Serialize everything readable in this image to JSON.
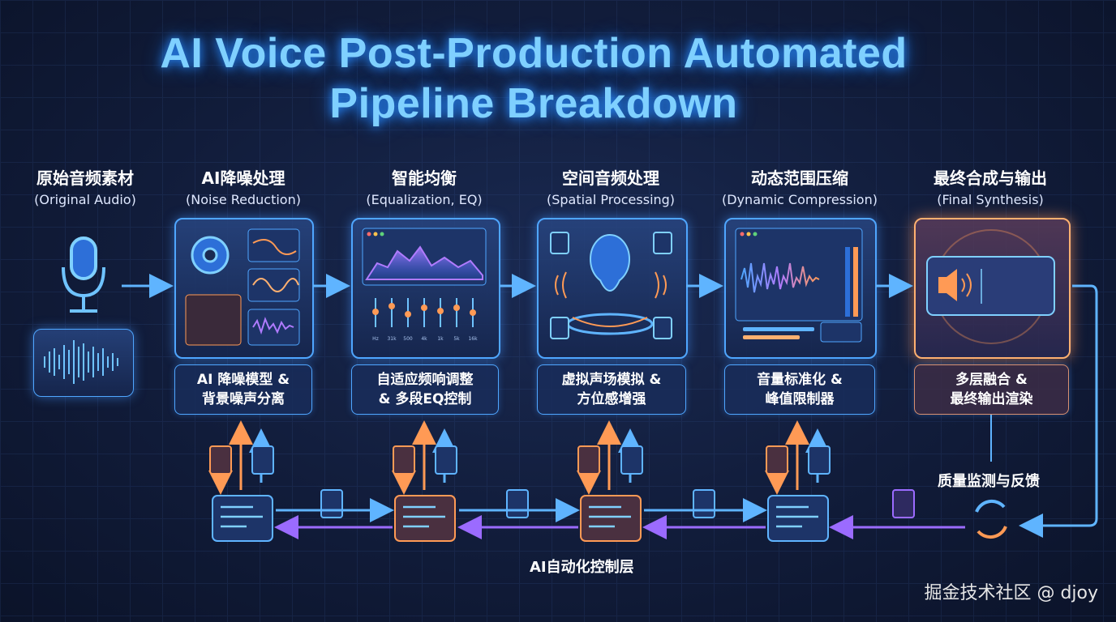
{
  "title": {
    "line1": "AI Voice  Post-Production Automated",
    "line2": "Pipeline Breakdown"
  },
  "stages": [
    {
      "zh": "原始音频素材",
      "en": "(Original Audio)"
    },
    {
      "zh": "AI降噪处理",
      "en": "(Noise Reduction)",
      "desc1": "AI 降噪模型 &",
      "desc2": "背景噪声分离"
    },
    {
      "zh": "智能均衡",
      "en": "(Equalization, EQ)",
      "desc1": "自适应频响调整",
      "desc2": "& 多段EQ控制"
    },
    {
      "zh": "空间音频处理",
      "en": "(Spatial Processing)",
      "desc1": "虚拟声场模拟 &",
      "desc2": "方位感增强"
    },
    {
      "zh": "动态范围压缩",
      "en": "(Dynamic Compression)",
      "desc1": "音量标准化 &",
      "desc2": "峰值限制器"
    },
    {
      "zh": "最终合成与输出",
      "en": "(Final Synthesis)",
      "desc1": "多层融合 &",
      "desc2": "最终输出渲染"
    }
  ],
  "eq_ticks": [
    "Hz",
    "31k",
    "500",
    "4k",
    "1k",
    "5k",
    "16k"
  ],
  "control_layer_label": "AI自动化控制层",
  "quality_label": "质量监测与反馈",
  "watermark": "掘金技术社区 @ djoy",
  "colors": {
    "accent": "#4fa6ff",
    "orange": "#ff9a55",
    "purple": "#9b6bff",
    "final_border": "#ffb070"
  },
  "icons": [
    "microphone-icon",
    "gear-icon",
    "waveform-icon",
    "eq-sliders-icon",
    "head-3d-icon",
    "speaker-icon",
    "document-icon",
    "cycle-icon"
  ]
}
